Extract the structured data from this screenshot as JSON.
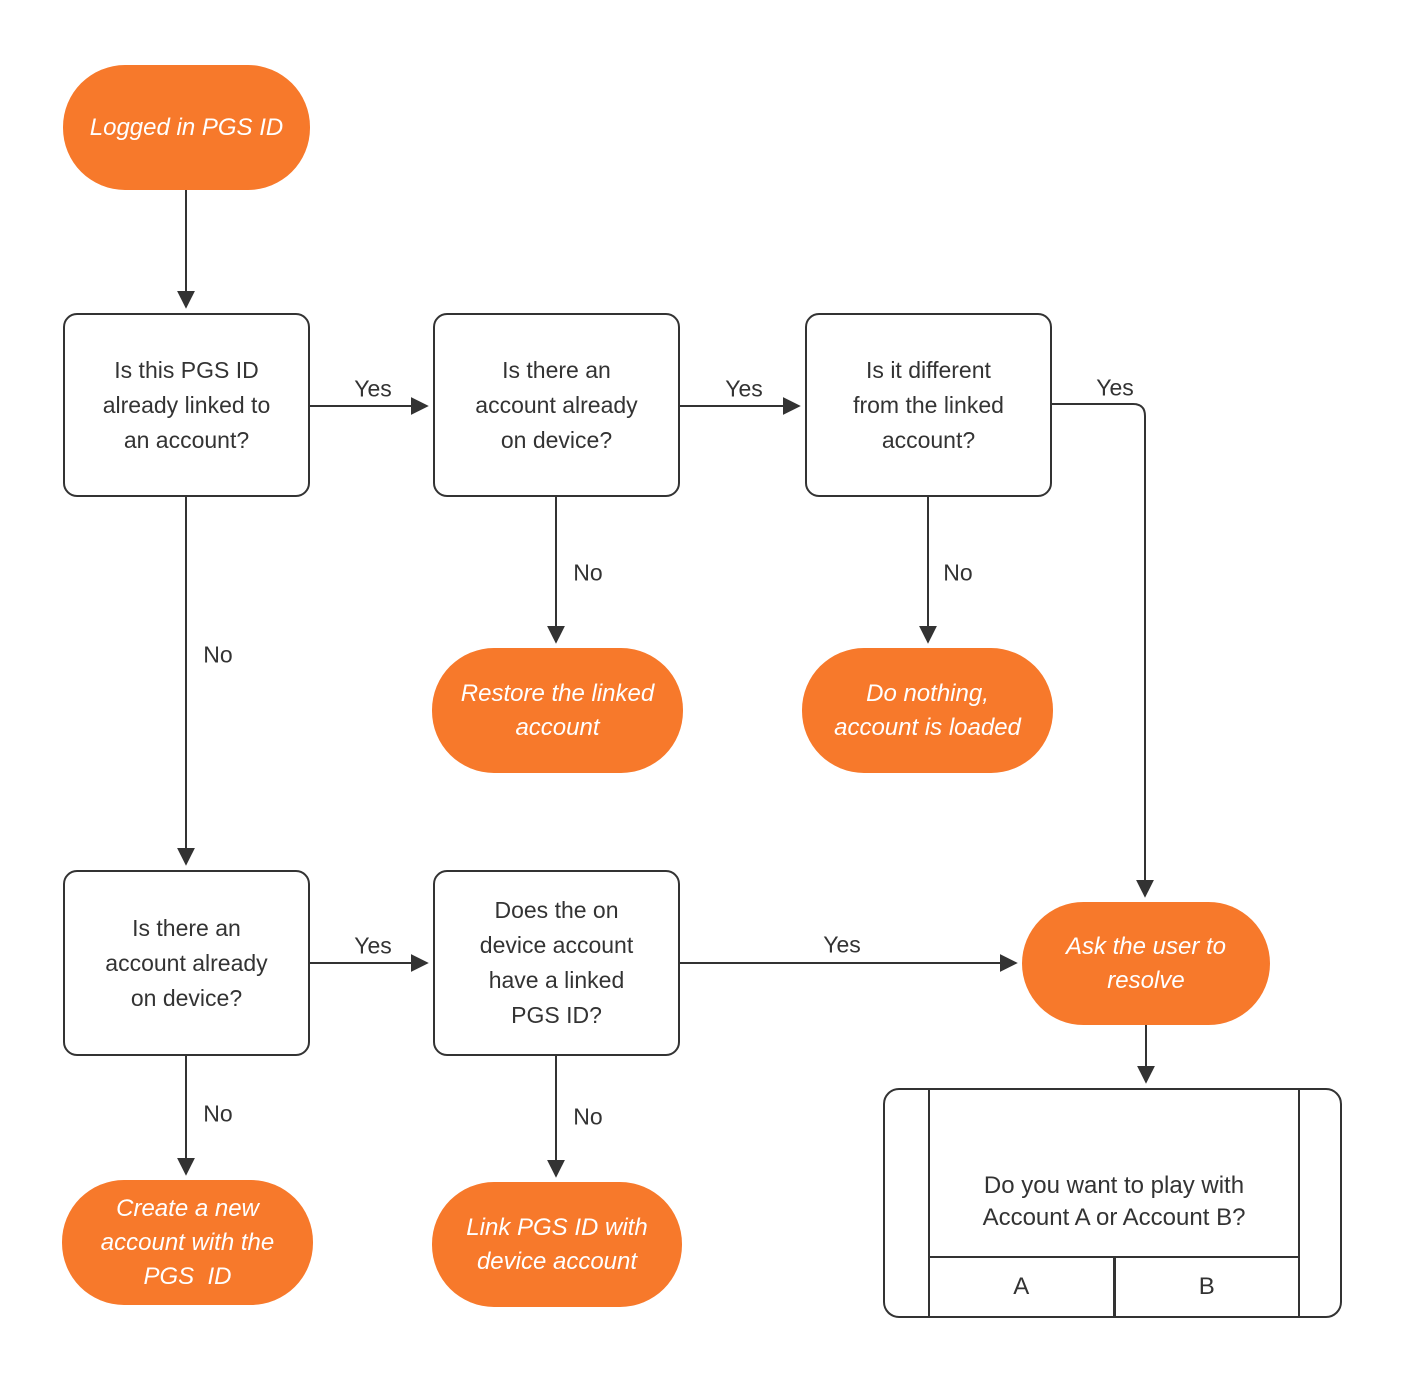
{
  "diagram": {
    "colors": {
      "accent_orange": "#F7792B",
      "line": "#333333",
      "background": "#ffffff"
    },
    "nodes": {
      "start": {
        "label": "Logged in PGS ID"
      },
      "q_linked": {
        "label": "Is this PGS ID\nalready linked to\nan account?"
      },
      "q_device_top": {
        "label": "Is there an\naccount already\non device?"
      },
      "q_different": {
        "label": "Is it different\nfrom the linked\naccount?"
      },
      "restore": {
        "label": "Restore the linked\naccount"
      },
      "do_nothing": {
        "label": "Do nothing,\naccount is loaded"
      },
      "q_device_bottom": {
        "label": "Is there an\naccount already\non device?"
      },
      "q_pgs_linked": {
        "label": "Does the on\ndevice account\nhave a linked\nPGS ID?"
      },
      "ask_resolve": {
        "label": "Ask the user to\nresolve"
      },
      "create_account": {
        "label": "Create a new\naccount with the\nPGS  ID"
      },
      "link_account": {
        "label": "Link PGS ID with\ndevice account"
      }
    },
    "edge_labels": {
      "yes_linked": "Yes",
      "yes_device_top": "Yes",
      "yes_different": "Yes",
      "no_device_top": "No",
      "no_different": "No",
      "no_linked": "No",
      "yes_device_bottom": "Yes",
      "yes_pgs_linked": "Yes",
      "no_device_bottom": "No",
      "no_pgs_linked": "No"
    },
    "dialog": {
      "message": "Do you want to play with\nAccount A or Account B?",
      "button_a": "A",
      "button_b": "B"
    }
  }
}
